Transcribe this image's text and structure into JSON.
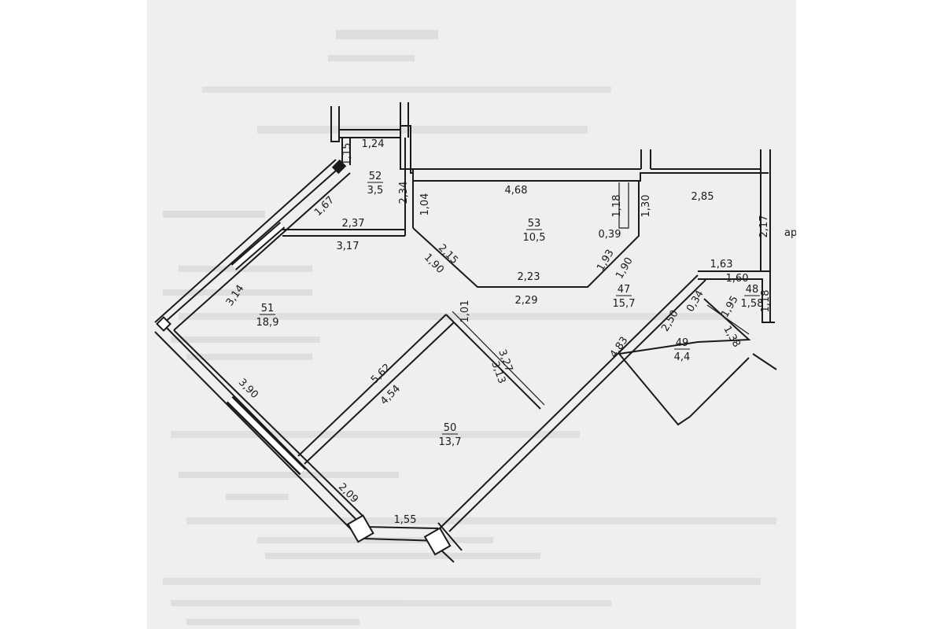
{
  "plan": {
    "rooms": [
      {
        "number": "52",
        "area": "3,5"
      },
      {
        "number": "53",
        "area": "10,5"
      },
      {
        "number": "51",
        "area": "18,9"
      },
      {
        "number": "47",
        "area": "15,7"
      },
      {
        "number": "48",
        "area": "1,58"
      },
      {
        "number": "49",
        "area": "4,4"
      },
      {
        "number": "50",
        "area": "13,7"
      }
    ],
    "dimensions": [
      "1,24",
      "1,15",
      "2,34",
      "1,04",
      "4,68",
      "1,18",
      "1,30",
      "2,85",
      "2,17",
      "1,67",
      "2,37",
      "3,17",
      "2,15",
      "1,90",
      "0,39",
      "1,93",
      "1,90",
      "2,23",
      "2,29",
      "1,63",
      "1,60",
      "0,34",
      "1,95",
      "1,18",
      "1,38",
      "2,50",
      "1,01",
      "3,14",
      "3,27",
      "3,13",
      "5,62",
      "4,54",
      "4,83",
      "3,90",
      "2,09",
      "1,55"
    ],
    "marker": "ар."
  }
}
